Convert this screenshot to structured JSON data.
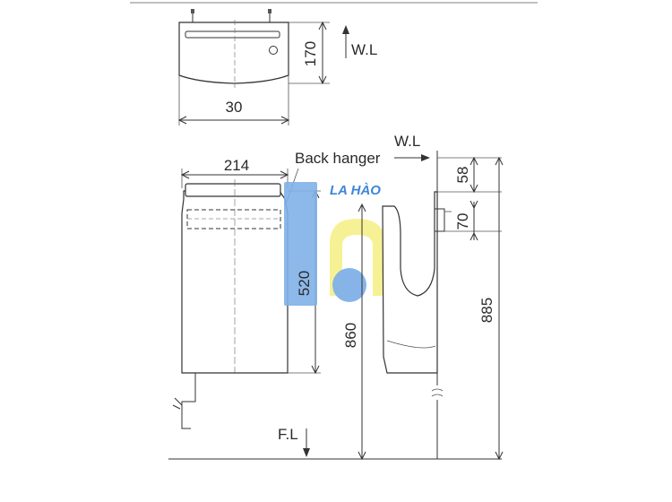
{
  "labels": {
    "wl_top": "W.L",
    "wl_side": "W.L",
    "fl": "F.L",
    "back_hanger": "Back hanger"
  },
  "dimensions": {
    "top_height": "170",
    "top_width": "30",
    "front_width": "214",
    "front_height": "520",
    "total_860": "860",
    "side_58": "58",
    "side_70": "70",
    "side_885": "885"
  },
  "watermark": {
    "text": "LA HÀO",
    "colors": {
      "blue": "#7fb0e8",
      "yellow": "#f6f08a",
      "text": "#3f86d8"
    }
  }
}
